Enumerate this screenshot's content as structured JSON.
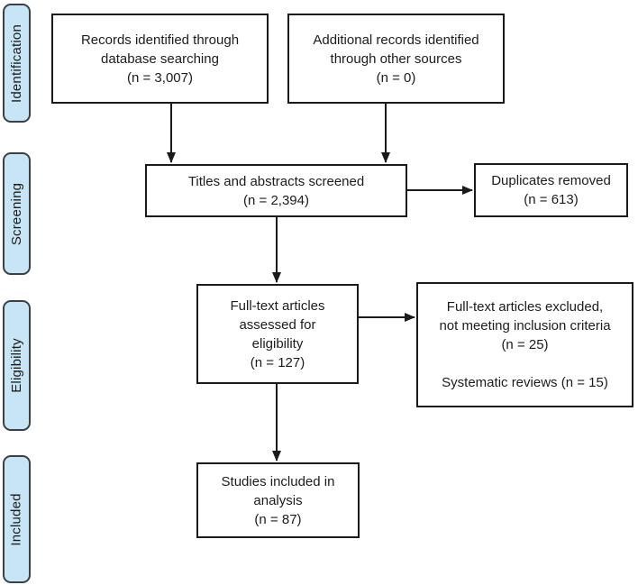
{
  "diagram": {
    "title_semantic": "PRISMA flow diagram",
    "stages": [
      {
        "label": "Identification"
      },
      {
        "label": "Screening"
      },
      {
        "label": "Eligibility"
      },
      {
        "label": "Included"
      }
    ],
    "boxes": [
      {
        "name": "records-identified",
        "text": "Records identified through\ndatabase searching\n(n = 3,007)"
      },
      {
        "name": "additional-records",
        "text": "Additional records identified\nthrough other sources\n(n = 0)"
      },
      {
        "name": "titles-abstracts-screened",
        "text": "Titles and abstracts screened\n(n = 2,394)"
      },
      {
        "name": "duplicates-removed",
        "text": "Duplicates removed\n(n = 613)"
      },
      {
        "name": "fulltext-assessed",
        "text": "Full-text articles\nassessed for\neligibility\n(n = 127)"
      },
      {
        "name": "fulltext-excluded",
        "text": "Full-text articles excluded,\nnot meeting inclusion criteria\n(n = 25)\n\nSystematic reviews (n = 15)"
      },
      {
        "name": "studies-included",
        "text": "Studies included in\nanalysis\n(n = 87)"
      }
    ],
    "counts": {
      "database_searching": 3007,
      "other_sources": 0,
      "titles_abstracts_screened": 2394,
      "duplicates_removed": 613,
      "fulltext_assessed": 127,
      "fulltext_excluded": 25,
      "systematic_reviews": 15,
      "studies_included_analysis": 87
    }
  },
  "colors": {
    "stage_fill": "#c8e5f6",
    "stage_border": "#3a4045",
    "box_border": "#1a1a1a",
    "box_fill": "#ffffff",
    "arrow": "#1a1a1a",
    "text": "#1c1c1c",
    "background": "#ffffff"
  }
}
